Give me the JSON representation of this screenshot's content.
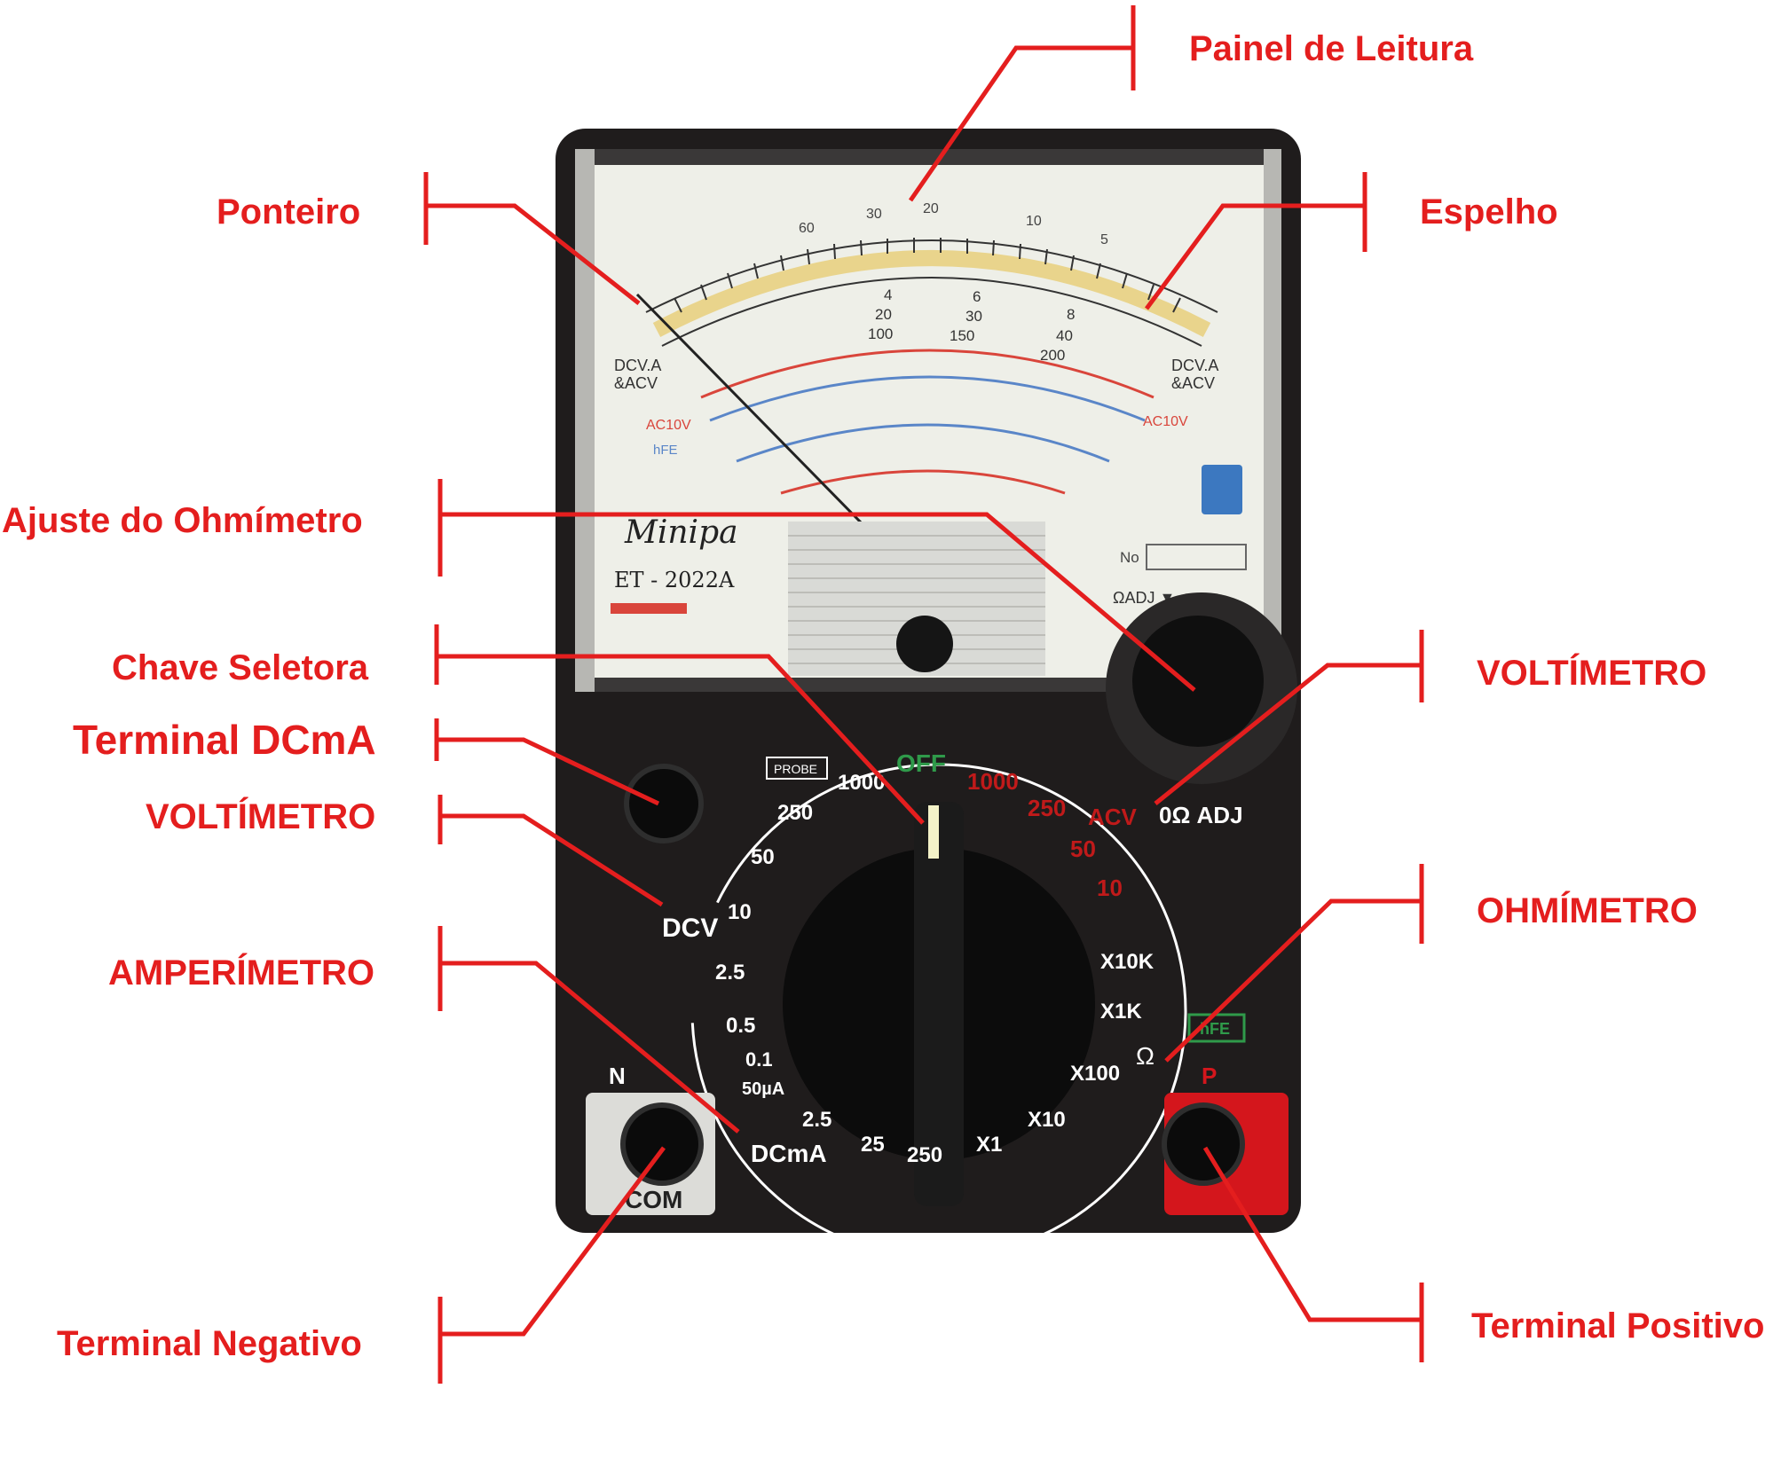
{
  "colors": {
    "annotation": "#e41e1e",
    "body": "#1f1c1c",
    "panel": "#eeefe8",
    "arc_yellow": "#e9d48c",
    "scale_red": "#d9453b",
    "scale_blue": "#5a86c8",
    "range_green": "#2f9a4a",
    "socket_red": "#d4161c"
  },
  "labels": {
    "painel_de_leitura": "Painel de Leitura",
    "ponteiro": "Ponteiro",
    "espelho": "Espelho",
    "ajuste_do_ohmimetro": "Ajuste do Ohmímetro",
    "chave_seletora": "Chave Seletora",
    "terminal_dcma": "Terminal DCmA",
    "voltimetro_left": "VOLTÍMETRO",
    "amperimetro": "AMPERÍMETRO",
    "terminal_negativo": "Terminal Negativo",
    "voltimetro_right": "VOLTÍMETRO",
    "ohmimetro": "OHMÍMETRO",
    "terminal_positivo": "Terminal Positivo"
  },
  "meter": {
    "brand": "Minipa",
    "model": "ET - 2022A",
    "scale_top": [
      "60",
      "30",
      "20",
      "10",
      "5"
    ],
    "scale_mid": [
      "4",
      "20",
      "100",
      "6",
      "30",
      "150",
      "8",
      "40",
      "200"
    ],
    "left_scale_label": "DCV.A\n&ACV",
    "right_scale_label": "DCV.A\n&ACV",
    "acv_label": "AC10V",
    "acv_right_label": "AC10V",
    "hfe_label": "hFE",
    "no_label": "No",
    "adj_panel_label": "ΩADJ ▼",
    "adj_knob_label": "0Ω ADJ",
    "probe_label": "PROBE",
    "off_label": "OFF",
    "dcv_label": "DCV",
    "dcma_label": "DCmA",
    "ohm_symbol": "Ω",
    "hfe_badge": "hFE",
    "com_label": "COM",
    "n_label": "N",
    "p_label": "P",
    "dcv_ranges": [
      "1000",
      "250",
      "50",
      "10",
      "2.5",
      "0.5",
      "0.1",
      "50µA"
    ],
    "dcma_ranges": [
      "2.5",
      "25",
      "250"
    ],
    "ohm_ranges": [
      "X10K",
      "X1K",
      "X100",
      "X10",
      "X1"
    ],
    "acv_ranges": [
      "1000",
      "250",
      "ACV",
      "50",
      "10"
    ]
  }
}
